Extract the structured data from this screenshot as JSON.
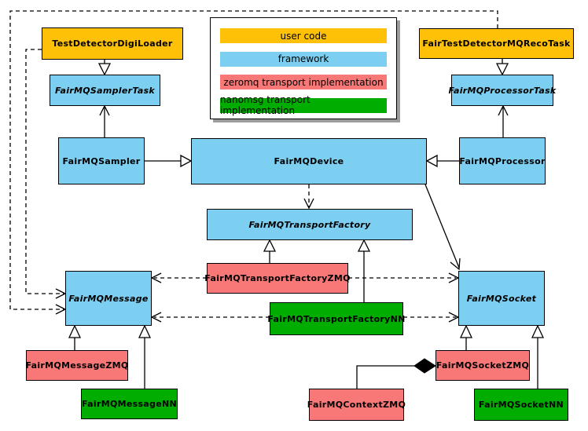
{
  "colors": {
    "user_code": "#FFC107",
    "framework": "#7CCFF0",
    "zeromq_impl": "#F87777",
    "nanomsg_impl": "#00AD00",
    "edge": "#000000",
    "legend_shadow": "#9C9C9C",
    "background": "#FFFFFF"
  },
  "legend": {
    "items": [
      {
        "label": "user code",
        "color": "#FFC107"
      },
      {
        "label": "framework",
        "color": "#7CCFF0"
      },
      {
        "label": "zeromq transport implementation",
        "color": "#F87777"
      },
      {
        "label": "nanomsg transport implementation",
        "color": "#00AD00"
      }
    ]
  },
  "nodes": {
    "testDetectorDigiLoader": {
      "label": "TestDetectorDigiLoader",
      "category": "user code",
      "abstract": false
    },
    "fairTestDetectorMQRecoTask": {
      "label": "FairTestDetectorMQRecoTask",
      "category": "user code",
      "abstract": false
    },
    "fairMQSamplerTask": {
      "label": "FairMQSamplerTask",
      "category": "framework",
      "abstract": true
    },
    "fairMQProcessorTask": {
      "label": "FairMQProcessorTask",
      "category": "framework",
      "abstract": true
    },
    "fairMQSampler": {
      "label": "FairMQSampler",
      "category": "framework",
      "abstract": false
    },
    "fairMQDevice": {
      "label": "FairMQDevice",
      "category": "framework",
      "abstract": false
    },
    "fairMQProcessor": {
      "label": "FairMQProcessor",
      "category": "framework",
      "abstract": false
    },
    "fairMQTransportFactory": {
      "label": "FairMQTransportFactory",
      "category": "framework",
      "abstract": true
    },
    "fairMQTransportFactoryZMQ": {
      "label": "FairMQTransportFactoryZMQ",
      "category": "zeromq transport implementation",
      "abstract": false
    },
    "fairMQTransportFactoryNN": {
      "label": "FairMQTransportFactoryNN",
      "category": "nanomsg transport implementation",
      "abstract": false
    },
    "fairMQMessage": {
      "label": "FairMQMessage",
      "category": "framework",
      "abstract": true
    },
    "fairMQSocket": {
      "label": "FairMQSocket",
      "category": "framework",
      "abstract": true
    },
    "fairMQMessageZMQ": {
      "label": "FairMQMessageZMQ",
      "category": "zeromq transport implementation",
      "abstract": false
    },
    "fairMQMessageNN": {
      "label": "FairMQMessageNN",
      "category": "nanomsg transport implementation",
      "abstract": false
    },
    "fairMQSocketZMQ": {
      "label": "FairMQSocketZMQ",
      "category": "zeromq transport implementation",
      "abstract": false
    },
    "fairMQContextZMQ": {
      "label": "FairMQContextZMQ",
      "category": "zeromq transport implementation",
      "abstract": false
    },
    "fairMQSocketNN": {
      "label": "FairMQSocketNN",
      "category": "nanomsg transport implementation",
      "abstract": false
    }
  },
  "relationships": [
    {
      "from": "TestDetectorDigiLoader",
      "to": "FairMQSamplerTask",
      "line": "solid",
      "head": "hollow-triangle"
    },
    {
      "from": "FairTestDetectorMQRecoTask",
      "to": "FairMQProcessorTask",
      "line": "solid",
      "head": "hollow-triangle"
    },
    {
      "from": "FairMQSampler",
      "to": "FairMQSamplerTask",
      "line": "solid",
      "head": "open-arrow"
    },
    {
      "from": "FairMQProcessor",
      "to": "FairMQProcessorTask",
      "line": "solid",
      "head": "open-arrow"
    },
    {
      "from": "FairMQSampler",
      "to": "FairMQDevice",
      "line": "solid",
      "head": "hollow-triangle"
    },
    {
      "from": "FairMQProcessor",
      "to": "FairMQDevice",
      "line": "solid",
      "head": "hollow-triangle"
    },
    {
      "from": "FairMQDevice",
      "to": "FairMQTransportFactory",
      "line": "dashed",
      "head": "open-arrow"
    },
    {
      "from": "FairMQDevice",
      "to": "FairMQSocket",
      "line": "solid",
      "head": "open-arrow"
    },
    {
      "from": "FairMQTransportFactoryZMQ",
      "to": "FairMQTransportFactory",
      "line": "solid",
      "head": "hollow-triangle"
    },
    {
      "from": "FairMQTransportFactoryNN",
      "to": "FairMQTransportFactory",
      "line": "solid",
      "head": "hollow-triangle"
    },
    {
      "from": "FairMQTransportFactoryZMQ",
      "to": "FairMQMessage",
      "line": "dashed",
      "head": "open-arrow"
    },
    {
      "from": "FairMQTransportFactoryZMQ",
      "to": "FairMQSocket",
      "line": "dashed",
      "head": "open-arrow"
    },
    {
      "from": "FairMQTransportFactoryNN",
      "to": "FairMQMessage",
      "line": "dashed",
      "head": "open-arrow"
    },
    {
      "from": "FairMQTransportFactoryNN",
      "to": "FairMQSocket",
      "line": "dashed",
      "head": "open-arrow"
    },
    {
      "from": "TestDetectorDigiLoader",
      "to": "FairMQMessage",
      "line": "dashed",
      "head": "open-arrow"
    },
    {
      "from": "FairTestDetectorMQRecoTask",
      "to": "FairMQMessage",
      "line": "dashed",
      "head": "open-arrow"
    },
    {
      "from": "FairMQMessageZMQ",
      "to": "FairMQMessage",
      "line": "solid",
      "head": "hollow-triangle"
    },
    {
      "from": "FairMQMessageNN",
      "to": "FairMQMessage",
      "line": "solid",
      "head": "hollow-triangle"
    },
    {
      "from": "FairMQSocketZMQ",
      "to": "FairMQSocket",
      "line": "solid",
      "head": "hollow-triangle"
    },
    {
      "from": "FairMQSocketNN",
      "to": "FairMQSocket",
      "line": "solid",
      "head": "hollow-triangle"
    },
    {
      "from": "FairMQContextZMQ",
      "to": "FairMQSocketZMQ",
      "line": "solid",
      "head": "filled-diamond"
    }
  ]
}
